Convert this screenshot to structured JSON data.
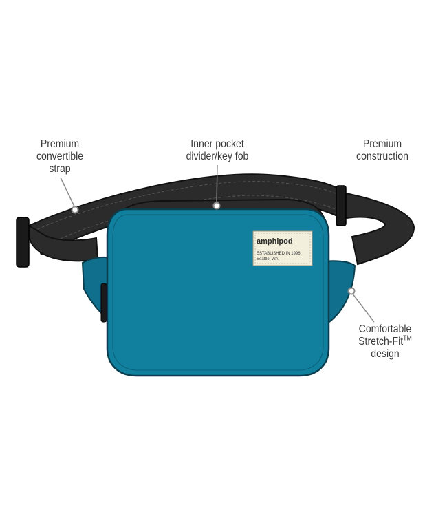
{
  "brand_label": {
    "brand": "amphipod",
    "established": "ESTABLISHED IN 1996",
    "location": "Seattle, WA"
  },
  "callouts": {
    "strap": [
      "Premium",
      "convertible",
      "strap"
    ],
    "divider": [
      "Inner pocket",
      "divider/key fob"
    ],
    "construction": [
      "Premium",
      "construction"
    ],
    "stretch": {
      "line1": "Comfortable",
      "line2": "Stretch-Fit",
      "line2_sup": "TM",
      "line3": "design"
    }
  },
  "colors": {
    "bag_body": "#117f9e",
    "bag_side": "#0f6f8c",
    "strap": "#2b2b2b",
    "label": "#f2efdd",
    "callout_line": "#8a8a8a"
  }
}
